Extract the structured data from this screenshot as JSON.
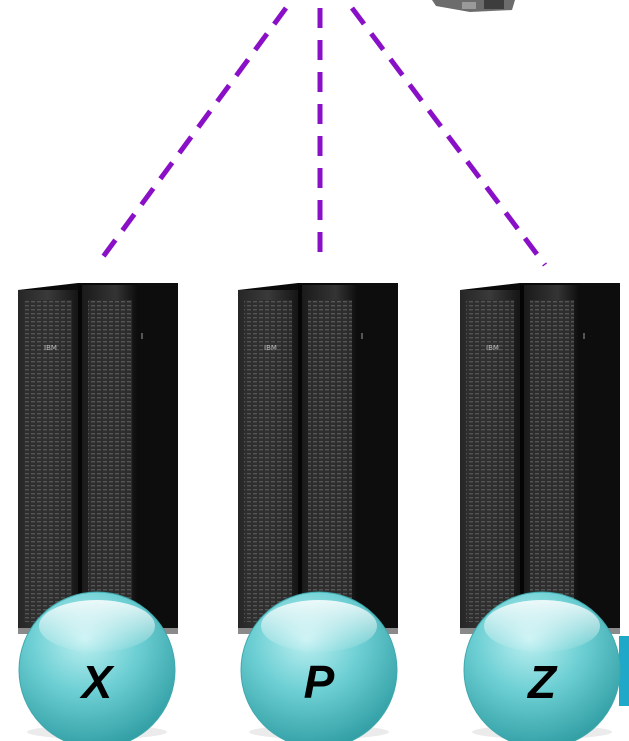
{
  "connector": {
    "color": "#8a10c8",
    "style": "dashed"
  },
  "servers": [
    {
      "id": "x",
      "logo": "IBM",
      "label": "X"
    },
    {
      "id": "p",
      "logo": "IBM",
      "label": "P"
    },
    {
      "id": "z",
      "logo": "IBM",
      "label": "Z"
    }
  ],
  "colors": {
    "rack": "#0f0f0f",
    "rack_door": "#2b2b2b",
    "ball": "#4cbfc4",
    "accent": "#1fa8c8"
  }
}
